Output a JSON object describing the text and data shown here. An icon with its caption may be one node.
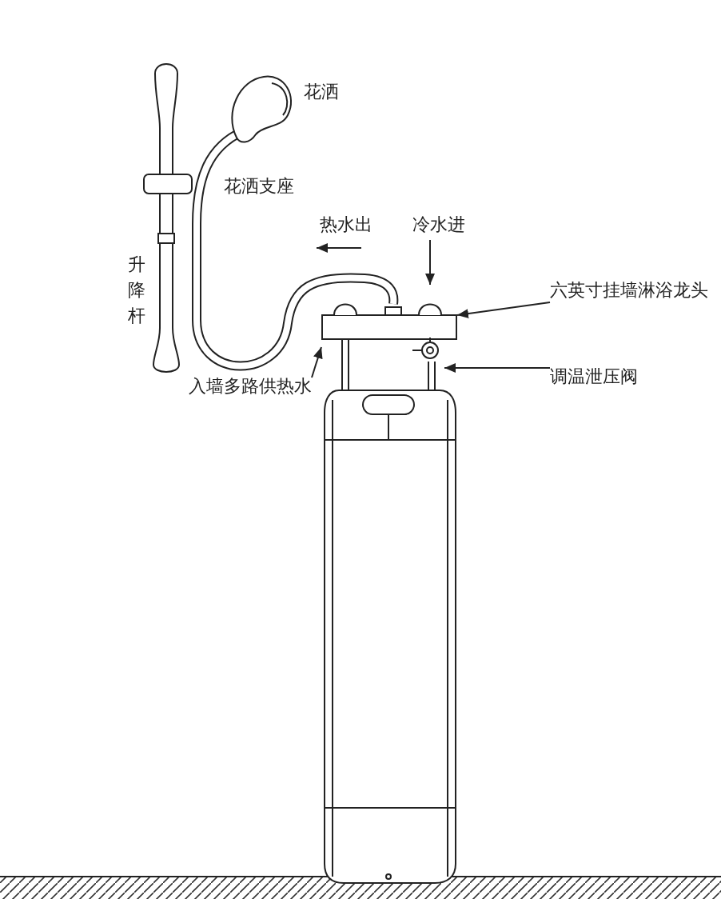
{
  "diagram": {
    "nodes": [
      {
        "text": [
          "六英寸挂墙淋浴龙头"
        ]
      },
      {
        "text": [],
        "shape": "picture"
      },
      {
        "text": [
          "调温泄压阀"
        ]
      },
      {
        "text": [],
        "shape": "picture"
      },
      {
        "text": [
          "入墙多路供热水"
        ]
      }
    ],
    "edges": [
      {
        "from": 0,
        "to": 1,
        "arrow": "to"
      },
      {
        "from": 2,
        "to": 3,
        "arrow": "to"
      },
      {
        "from": 4,
        "to": 1,
        "arrow": "to"
      }
    ],
    "labels": [
      "花洒",
      "花洒支座",
      "热水出",
      "冷水进",
      "升降杆"
    ]
  }
}
